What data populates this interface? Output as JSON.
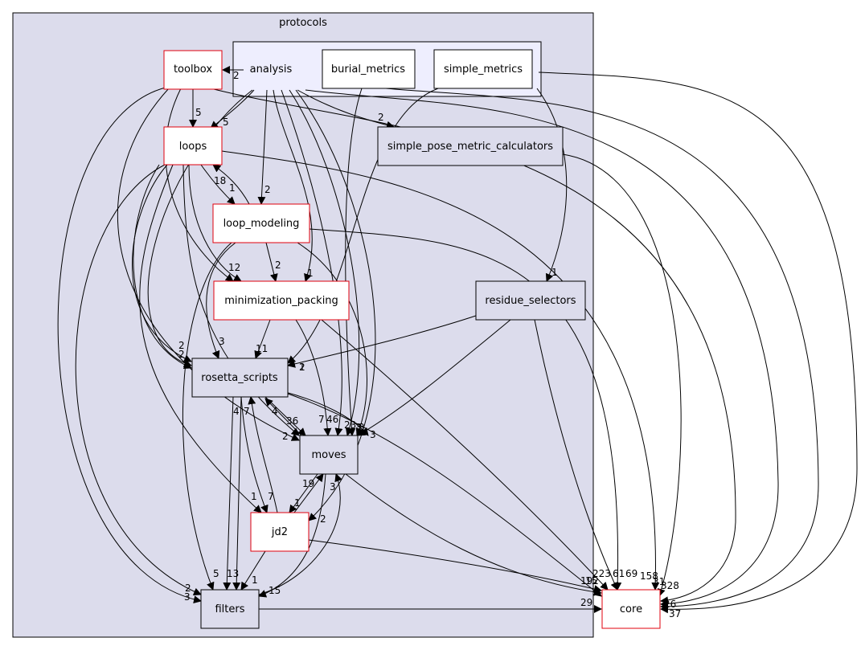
{
  "cluster": {
    "title": "protocols",
    "fill": "#dcdcec",
    "sub_fill": "#eeeefe"
  },
  "colors": {
    "red_border": "#e0000d",
    "dark_border": "#000000",
    "grey_fill": "#dcdcec",
    "white_fill": "#ffffff"
  },
  "nodes": {
    "analysis": "analysis",
    "burial_metrics": "burial_metrics",
    "simple_metrics": "simple_metrics",
    "toolbox": "toolbox",
    "loops": "loops",
    "simple_pose_metric_calculators": "simple_pose_metric_calculators",
    "loop_modeling": "loop_modeling",
    "minimization_packing": "minimization_packing",
    "residue_selectors": "residue_selectors",
    "rosetta_scripts": "rosetta_scripts",
    "moves": "moves",
    "jd2": "jd2",
    "filters": "filters",
    "core": "core"
  },
  "edge_labels": {
    "analysis_toolbox": "2",
    "toolbox_loops": "5",
    "analysis_loops": "5",
    "analysis_simple_pose": "2",
    "loops_loop_modeling": "18",
    "loop_modeling_loops": "1",
    "analysis_loop_modeling": "2",
    "loop_modeling_minimization": "2",
    "analysis_minimization": "1",
    "loops_minimization": "12",
    "simple_metrics_residue": "1",
    "minimization_rosetta": "11",
    "loop_modeling_rosetta": "3",
    "loops_rosetta_a": "2",
    "loops_rosetta_b": "2",
    "residue_rosetta": "1",
    "residue_rosetta_b": "2",
    "rosetta_moves": "36",
    "moves_rosetta": "4",
    "x_moves_a": "7",
    "x_moves_b": "46",
    "x_moves_c": "23",
    "x_moves_d": "3",
    "x_moves_e": "3",
    "residue_moves": "3",
    "toolbox_moves": "2",
    "rosetta_filters_a": "4",
    "rosetta_filters_b": "7",
    "moves_jd2": "19",
    "jd2_moves": "1",
    "rosetta_jd2": "1",
    "jd2_rosetta": "7",
    "analysis_jd2": "2",
    "filters_moves": "3",
    "loops_filters": "2",
    "toolbox_filters": "3",
    "loop_modeling_filters": "5",
    "rosetta_filters_c": "13",
    "jd2_filters": "1",
    "moves_filters": "15",
    "filters_core": "29",
    "core_a": "223",
    "core_b": "61",
    "core_c": "69",
    "core_d": "158",
    "core_e": "31",
    "core_f": "328",
    "core_g": "26",
    "core_h": "37",
    "core_i": "192",
    "core_j": "15"
  }
}
